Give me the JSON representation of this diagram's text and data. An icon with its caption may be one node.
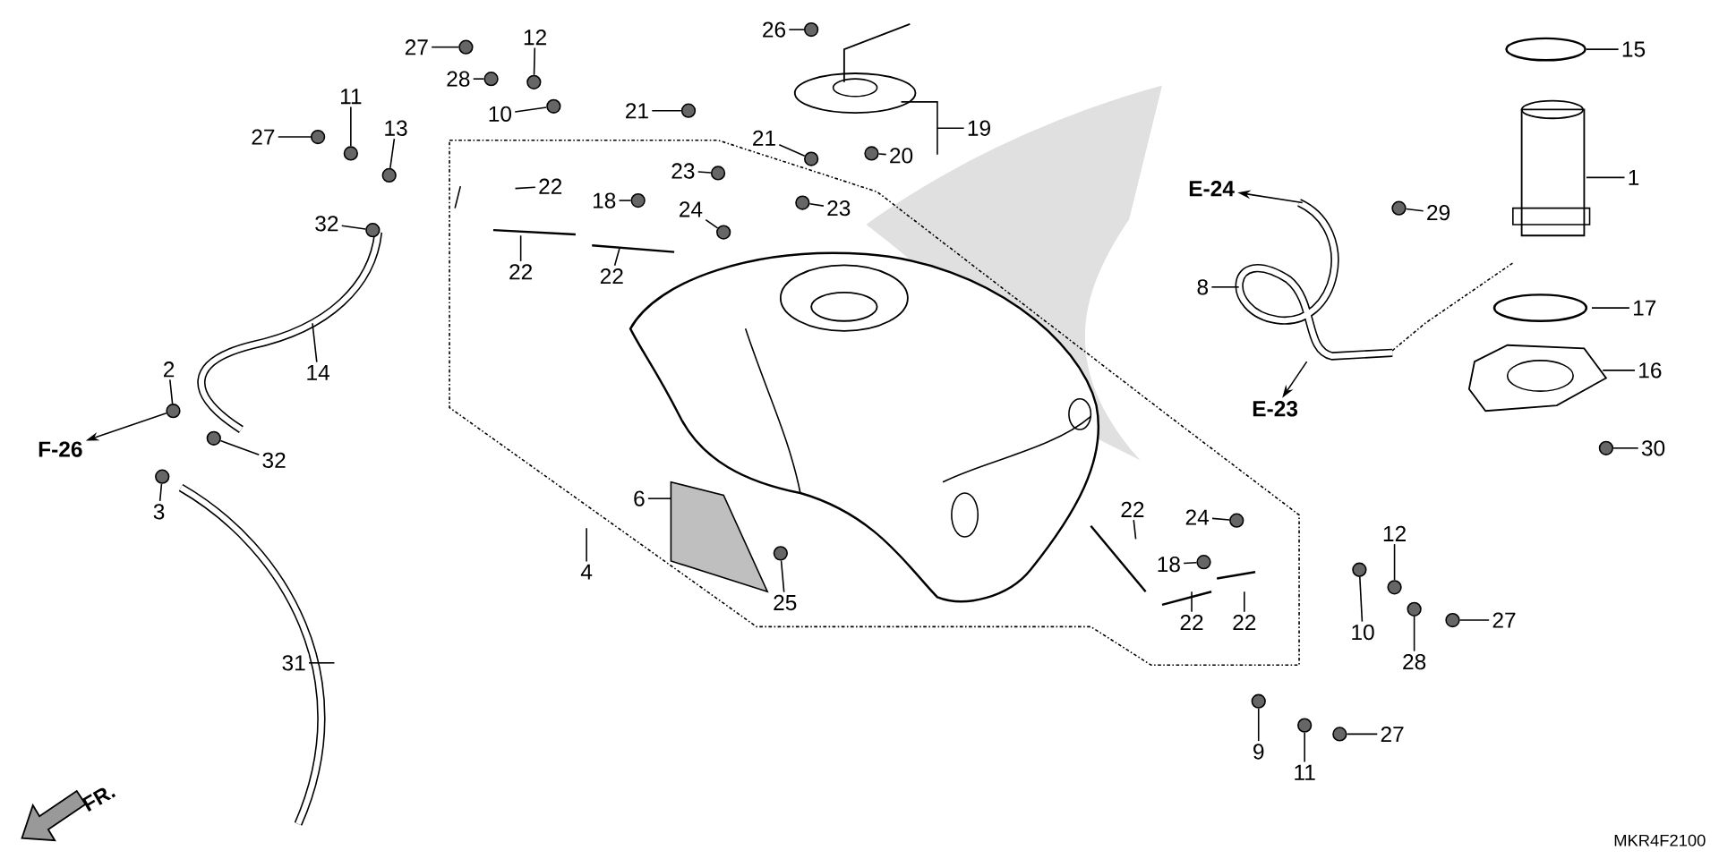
{
  "diagram": {
    "nodes": [
      {
        "text": [
          "26"
        ]
      },
      {
        "text": [
          "27"
        ]
      },
      {
        "text": [
          "12"
        ]
      },
      {
        "text": [
          "15"
        ]
      },
      {
        "text": [
          "28"
        ]
      },
      {
        "text": [
          "11"
        ]
      },
      {
        "text": [
          "13"
        ]
      },
      {
        "text": [
          "10"
        ]
      },
      {
        "text": [
          "21"
        ]
      },
      {
        "text": [
          "19"
        ]
      },
      {
        "text": [
          "27"
        ]
      },
      {
        "text": [
          "21"
        ]
      },
      {
        "text": [
          "20"
        ]
      },
      {
        "text": [
          "23"
        ]
      },
      {
        "text": [
          "1"
        ]
      },
      {
        "text": [
          "22"
        ]
      },
      {
        "text": [
          "E-24"
        ]
      },
      {
        "text": [
          "18"
        ]
      },
      {
        "text": [
          "24"
        ]
      },
      {
        "text": [
          "23"
        ]
      },
      {
        "text": [
          "29"
        ]
      },
      {
        "text": [
          "32"
        ]
      },
      {
        "text": [
          "22"
        ]
      },
      {
        "text": [
          "22"
        ]
      },
      {
        "text": [
          "8"
        ]
      },
      {
        "text": [
          "17"
        ]
      },
      {
        "text": [
          "14"
        ]
      },
      {
        "text": [
          "2"
        ]
      },
      {
        "text": [
          "16"
        ]
      },
      {
        "text": [
          "E-23"
        ]
      },
      {
        "text": [
          "F-26"
        ]
      },
      {
        "text": [
          "30"
        ]
      },
      {
        "text": [
          "32"
        ]
      },
      {
        "text": [
          "6"
        ]
      },
      {
        "text": [
          "3"
        ]
      },
      {
        "text": [
          "22"
        ]
      },
      {
        "text": [
          "24"
        ]
      },
      {
        "text": [
          "12"
        ]
      },
      {
        "text": [
          "18"
        ]
      },
      {
        "text": [
          "4"
        ]
      },
      {
        "text": [
          "25"
        ]
      },
      {
        "text": [
          "27"
        ]
      },
      {
        "text": [
          "10"
        ]
      },
      {
        "text": [
          "22"
        ]
      },
      {
        "text": [
          "22"
        ]
      },
      {
        "text": [
          "28"
        ]
      },
      {
        "text": [
          "31"
        ]
      },
      {
        "text": [
          "27"
        ]
      },
      {
        "text": [
          "9"
        ]
      },
      {
        "text": [
          "11"
        ]
      },
      {
        "text": [],
        "shape": "circle"
      },
      {
        "text": [],
        "shape": "circle"
      },
      {
        "text": [],
        "shape": "circle"
      },
      {
        "text": [],
        "shape": "circle"
      },
      {
        "text": [],
        "shape": "circle"
      },
      {
        "text": [],
        "shape": "circle"
      },
      {
        "text": [],
        "shape": "circle"
      },
      {
        "text": [],
        "shape": "circle"
      },
      {
        "text": [],
        "shape": "circle"
      },
      {
        "text": [],
        "shape": "circle"
      },
      {
        "text": [],
        "shape": "circle"
      },
      {
        "text": [],
        "shape": "circle"
      },
      {
        "text": [],
        "shape": "circle"
      },
      {
        "text": [],
        "shape": "circle"
      },
      {
        "text": [],
        "shape": "circle"
      },
      {
        "text": [],
        "shape": "circle"
      },
      {
        "text": [],
        "shape": "circle"
      },
      {
        "text": [],
        "shape": "circle"
      },
      {
        "text": [],
        "shape": "circle"
      },
      {
        "text": [],
        "shape": "circle"
      },
      {
        "text": [],
        "shape": "circle"
      },
      {
        "text": [],
        "shape": "circle"
      },
      {
        "text": [],
        "shape": "circle"
      },
      {
        "text": [],
        "shape": "circle"
      },
      {
        "text": [],
        "shape": "circle"
      },
      {
        "text": [],
        "shape": "circle"
      },
      {
        "text": [],
        "shape": "circle"
      },
      {
        "text": [],
        "shape": "circle"
      },
      {
        "text": [],
        "shape": "circle"
      },
      {
        "text": [],
        "shape": "circle"
      },
      {
        "text": [],
        "shape": "circle"
      }
    ],
    "edges": [
      {
        "from": 0,
        "to": 50,
        "arrow": "none"
      },
      {
        "from": 1,
        "to": 51,
        "arrow": "none"
      },
      {
        "from": 2,
        "to": 53,
        "arrow": "none"
      },
      {
        "from": 3,
        "to": null,
        "arrow": "none"
      },
      {
        "from": 4,
        "to": 52,
        "arrow": "none"
      },
      {
        "from": 5,
        "to": 58,
        "arrow": "none"
      },
      {
        "from": 6,
        "to": 61,
        "arrow": "none"
      },
      {
        "from": 7,
        "to": 54,
        "arrow": "none"
      },
      {
        "from": 8,
        "to": 55,
        "arrow": "none"
      },
      {
        "from": 9,
        "to": null,
        "arrow": "none"
      },
      {
        "from": 10,
        "to": 56,
        "arrow": "none"
      },
      {
        "from": 11,
        "to": 59,
        "arrow": "none"
      },
      {
        "from": 12,
        "to": 57,
        "arrow": "none"
      },
      {
        "from": 13,
        "to": 60,
        "arrow": "none"
      },
      {
        "from": 14,
        "to": null,
        "arrow": "none"
      },
      {
        "from": 15,
        "to": null,
        "arrow": "none"
      },
      {
        "from": null,
        "to": 16,
        "arrow": "to"
      },
      {
        "from": 17,
        "to": 62,
        "arrow": "none"
      },
      {
        "from": 18,
        "to": 66,
        "arrow": "none"
      },
      {
        "from": 19,
        "to": 63,
        "arrow": "none"
      },
      {
        "from": 20,
        "to": 64,
        "arrow": "none"
      },
      {
        "from": 21,
        "to": 65,
        "arrow": "none"
      },
      {
        "from": 22,
        "to": null,
        "arrow": "none"
      },
      {
        "from": 23,
        "to": null,
        "arrow": "none"
      },
      {
        "from": 24,
        "to": null,
        "arrow": "none"
      },
      {
        "from": 25,
        "to": null,
        "arrow": "none"
      },
      {
        "from": 26,
        "to": null,
        "arrow": "none"
      },
      {
        "from": 27,
        "to": 67,
        "arrow": "none"
      },
      {
        "from": 28,
        "to": null,
        "arrow": "none"
      },
      {
        "from": null,
        "to": 29,
        "arrow": "to"
      },
      {
        "from": 67,
        "to": 30,
        "arrow": "to"
      },
      {
        "from": 31,
        "to": 69,
        "arrow": "none"
      },
      {
        "from": 32,
        "to": 68,
        "arrow": "none"
      },
      {
        "from": 33,
        "to": null,
        "arrow": "none"
      },
      {
        "from": 34,
        "to": 70,
        "arrow": "none"
      },
      {
        "from": 35,
        "to": null,
        "arrow": "none"
      },
      {
        "from": 36,
        "to": 71,
        "arrow": "none"
      },
      {
        "from": 37,
        "to": 75,
        "arrow": "none"
      },
      {
        "from": 38,
        "to": 73,
        "arrow": "none"
      },
      {
        "from": 39,
        "to": null,
        "arrow": "none"
      },
      {
        "from": 40,
        "to": 72,
        "arrow": "none"
      },
      {
        "from": 41,
        "to": 77,
        "arrow": "none"
      },
      {
        "from": 42,
        "to": 74,
        "arrow": "none"
      },
      {
        "from": 43,
        "to": null,
        "arrow": "none"
      },
      {
        "from": 44,
        "to": null,
        "arrow": "none"
      },
      {
        "from": 45,
        "to": 76,
        "arrow": "none"
      },
      {
        "from": 46,
        "to": null,
        "arrow": "none"
      },
      {
        "from": 47,
        "to": 80,
        "arrow": "none"
      },
      {
        "from": 48,
        "to": 78,
        "arrow": "none"
      },
      {
        "from": 49,
        "to": 79,
        "arrow": "none"
      }
    ],
    "labels": [
      "FR.",
      "MKR4F2100"
    ]
  }
}
